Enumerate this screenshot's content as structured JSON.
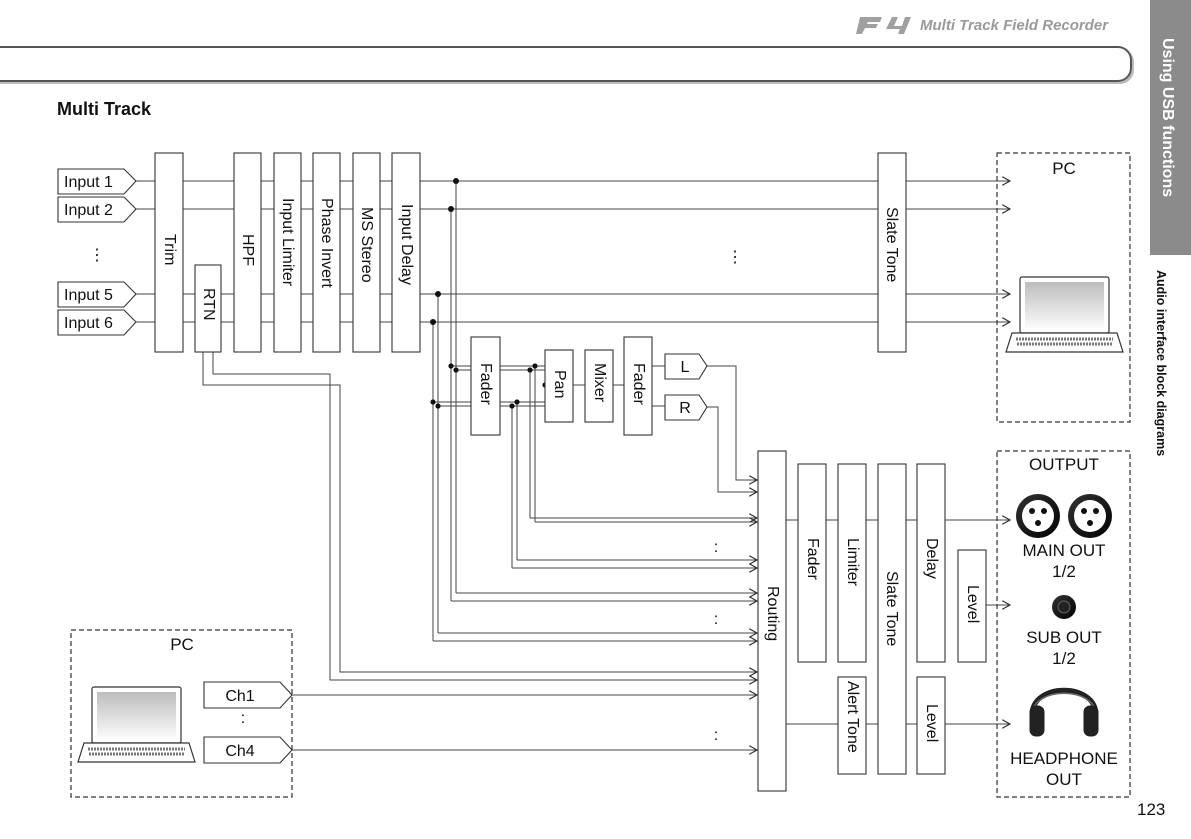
{
  "header": {
    "brand": "F4",
    "subtitle": "Multi Track Field Recorder"
  },
  "side_tab": {
    "label": "Using USB functions",
    "sub_label": "Audio interface block diagrams"
  },
  "section_title": "Multi Track",
  "page_number": "123",
  "inputs": [
    "Input 1",
    "Input 2",
    "Input 5",
    "Input 6"
  ],
  "processing_blocks": [
    "Trim",
    "RTN",
    "HPF",
    "Input Limiter",
    "Phase Invert",
    "MS Stereo",
    "Input Delay"
  ],
  "mix_blocks": [
    "Fader",
    "Pan",
    "Mixer",
    "Fader"
  ],
  "lr_outputs": [
    "L",
    "R"
  ],
  "slate_tone": "Slate Tone",
  "routing": "Routing",
  "output_blocks": [
    "Fader",
    "Limiter",
    "Slate Tone",
    "Delay",
    "Level",
    "Alert Tone",
    "Level"
  ],
  "pc_labels": [
    "PC",
    "PC"
  ],
  "pc_channels": [
    "Ch1",
    "Ch4"
  ],
  "output_section": {
    "title": "OUTPUT",
    "main_out": [
      "MAIN OUT",
      "1/2"
    ],
    "sub_out": [
      "SUB OUT",
      "1/2"
    ],
    "headphone_out": [
      "HEADPHONE",
      "OUT"
    ]
  },
  "ellipsis": "⋮",
  "colon": ":"
}
